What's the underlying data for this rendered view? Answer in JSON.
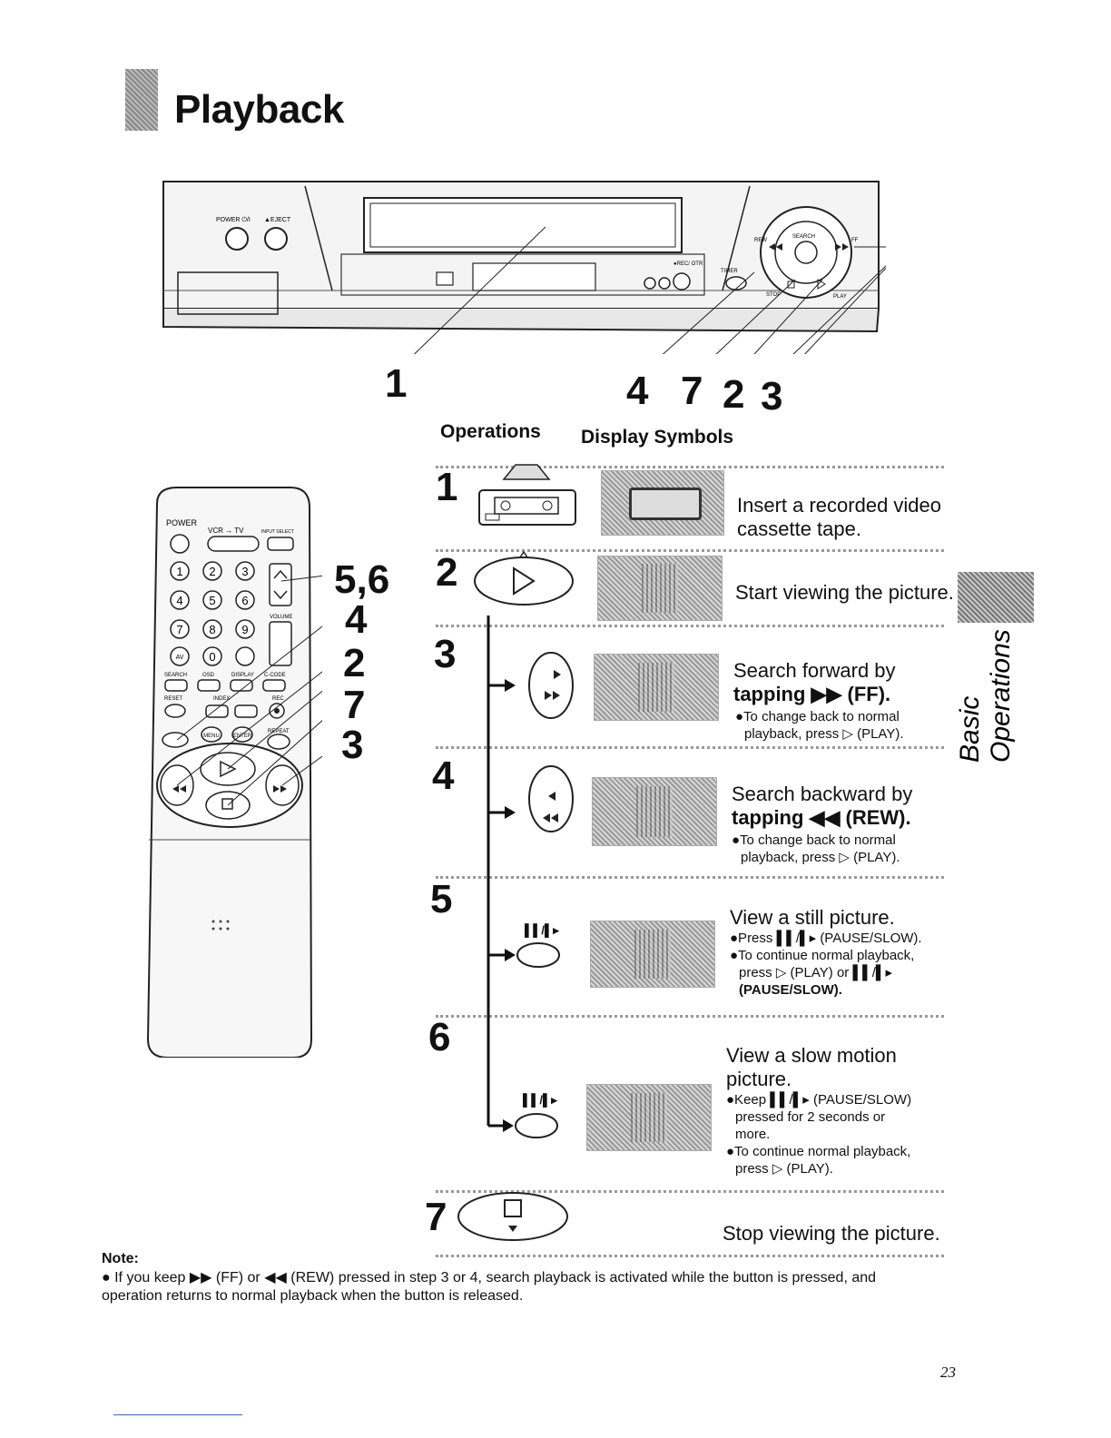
{
  "page": {
    "title": "Playback",
    "page_number": "23"
  },
  "callouts": {
    "c1": "1",
    "c4": "4",
    "c7": "7",
    "c2": "2",
    "c3": "3"
  },
  "remote_callouts": {
    "r56": "5,6",
    "r4": "4",
    "r2": "2",
    "r7": "7",
    "r3": "3"
  },
  "headers": {
    "operations": "Operations",
    "display_symbols": "Display Symbols"
  },
  "side_tab": {
    "line1": "Basic",
    "line2": "Operations"
  },
  "steps": [
    {
      "num": "1",
      "text": [
        "Insert a recorded video",
        "cassette tape."
      ]
    },
    {
      "num": "2",
      "text": [
        "Start viewing the picture."
      ]
    },
    {
      "num": "3",
      "text": [
        "Search forward by",
        "tapping ▶▶ (FF)."
      ],
      "sub": [
        "●To change back to normal",
        "playback, press ▷ (PLAY)."
      ]
    },
    {
      "num": "4",
      "text": [
        "Search backward by",
        "tapping ◀◀ (REW)."
      ],
      "sub": [
        "●To change back to normal",
        "playback, press ▷ (PLAY)."
      ]
    },
    {
      "num": "5",
      "text": [
        "View a still picture."
      ],
      "sub": [
        "●Press ▌▌/▌▸ (PAUSE/SLOW).",
        "●To continue normal playback,",
        "press ▷ (PLAY) or ▌▌/▌▸",
        "(PAUSE/SLOW)."
      ],
      "button_label": "▌▌/▌▸"
    },
    {
      "num": "6",
      "text": [
        "View a slow motion",
        "picture."
      ],
      "sub": [
        "●Keep ▌▌/▌▸ (PAUSE/SLOW)",
        "pressed for 2 seconds or",
        "more.",
        "●To continue normal playback,",
        "press ▷ (PLAY)."
      ],
      "button_label": "▌▌/▌▸"
    },
    {
      "num": "7",
      "text": [
        "Stop viewing the picture."
      ]
    }
  ],
  "note": {
    "title": "Note:",
    "text": "● If you keep ▶▶ (FF) or ◀◀ (REW) pressed in step 3 or 4, search playback is activated while the button is pressed, and operation returns to normal playback when the button is released."
  },
  "vcr_labels": {
    "power": "POWER ⏻/I",
    "eject": "▲EJECT",
    "search": "SEARCH",
    "rew": "REW",
    "ff": "FF",
    "stop": "STOP",
    "play": "PLAY",
    "rec": "●REC/ OTR",
    "timer": "TIMER"
  },
  "remote_labels": {
    "power": "POWER",
    "vcr_tv": "VCR → TV",
    "input": "INPUT SELECT",
    "volume": "VOLUME",
    "search": "SEARCH",
    "osd": "OSD",
    "display": "DISPLAY",
    "ccode": "C-CODE",
    "reset": "RESET",
    "index": "INDEX",
    "rec": "REC",
    "menu": "MENU",
    "enter": "ENTER",
    "repeat": "REPEAT",
    "av": "AV",
    "numbers": [
      "1",
      "2",
      "3",
      "4",
      "5",
      "6",
      "7",
      "8",
      "9",
      "0"
    ]
  }
}
